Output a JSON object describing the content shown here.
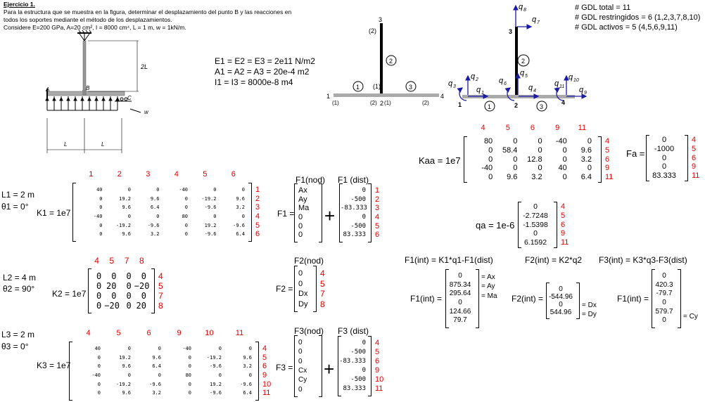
{
  "exercise": {
    "title": "Ejercicio 1.",
    "line1": "Para la estructura que se muestra en la figura, determinar el desplazamiento del punto B y las reacciones en",
    "line2": "todos los soportes mediante el método de los desplazamientos.",
    "line3": "Considere E=200 GPa, A=20 cm², I = 8000 cm⁴, L = 1 m, w = 1kN/m."
  },
  "figure": {
    "label_2L": "2L",
    "label_A": "A",
    "label_B": "B",
    "label_C": "C",
    "label_w": "w",
    "label_L1": "L",
    "label_L2": "L"
  },
  "props": {
    "e": "E1 = E2 = E3 = 2e11 N/m2",
    "a": "A1 = A2 = A3 = 20e-4 m2",
    "i": "I1 = I3 = 8000e-8 m4"
  },
  "gdl": {
    "total": "# GDL total = 11",
    "restr": "# GDL restringidos = 6 (1,2,3,7,8,10)",
    "act": "# GDL activos = 5 (4,5,6,9,11)"
  },
  "model1": {
    "node1": "1",
    "node2": "2",
    "node3": "3",
    "node4": "4",
    "e1": "1",
    "e2": "2",
    "e3": "3",
    "l_2top": "(2)",
    "l_1left": "(1)",
    "l_2mid": "(2)",
    "l_1right": "(1)",
    "l_1top": "(1)",
    "l_2right": "(2)"
  },
  "model2": {
    "q1": "q",
    "q1s": "1",
    "q2": "q",
    "q2s": "2",
    "q3": "q",
    "q3s": "3",
    "q4": "q",
    "q4s": "4",
    "q5": "q",
    "q5s": "5",
    "q6": "q",
    "q6s": "6",
    "q7": "q",
    "q7s": "7",
    "q8": "q",
    "q8s": "8",
    "q9": "q",
    "q9s": "9",
    "q10": "q",
    "q10s": "10",
    "q11": "q",
    "q11s": "11",
    "n1": "1",
    "n2": "2",
    "n3": "3",
    "n4": "4",
    "e1": "1",
    "e2": "2",
    "e3": "3"
  },
  "kaa": {
    "label": "Kaa = 1e7",
    "cols": [
      "4",
      "5",
      "6",
      "9",
      "11"
    ],
    "rows": [
      "4",
      "5",
      "6",
      "9",
      "11"
    ],
    "cells": [
      [
        "80",
        "0",
        "0",
        "-40",
        "0"
      ],
      [
        "0",
        "58.4",
        "0",
        "0",
        "9.6"
      ],
      [
        "0",
        "0",
        "12.8",
        "0",
        "3.2"
      ],
      [
        "-40",
        "0",
        "0",
        "40",
        "0"
      ],
      [
        "0",
        "9.6",
        "3.2",
        "0",
        "6.4"
      ]
    ]
  },
  "fa": {
    "label": "Fa =",
    "vals": [
      "0",
      "-1000",
      "0",
      "0",
      "83.333"
    ],
    "rows": [
      "4",
      "5",
      "6",
      "9",
      "11"
    ]
  },
  "qa": {
    "label": "qa = 1e-6",
    "vals": [
      "0",
      "-2.7248",
      "-1.5398",
      "0",
      "6.1592"
    ],
    "rows": [
      "4",
      "5",
      "6",
      "9",
      "11"
    ]
  },
  "el1": {
    "l": "L1 = 2 m",
    "th": "θ1 = 0°",
    "klabel": "K1 = 1e7",
    "cols": [
      "1",
      "2",
      "3",
      "4",
      "5",
      "6"
    ],
    "rows": [
      "1",
      "2",
      "3",
      "4",
      "5",
      "6"
    ],
    "cells": [
      [
        "40",
        "0",
        "0",
        "-40",
        "0",
        "0"
      ],
      [
        "0",
        "19.2",
        "9.6",
        "0",
        "-19.2",
        "9.6"
      ],
      [
        "0",
        "9.6",
        "6.4",
        "0",
        "-9.6",
        "3.2"
      ],
      [
        "-40",
        "0",
        "0",
        "80",
        "0",
        "0"
      ],
      [
        "0",
        "-19.2",
        "-9.6",
        "0",
        "19.2",
        "-9.6"
      ],
      [
        "0",
        "9.6",
        "3.2",
        "0",
        "-9.6",
        "6.4"
      ]
    ],
    "fnod_t": "F1(nod)",
    "fdist_t": "F1 (dist)",
    "flabel": "F1 =",
    "fnod": [
      "Ax",
      "Ay",
      "Ma",
      "0",
      "0",
      "0"
    ],
    "fdist": [
      "0",
      "-500",
      "-83.333",
      "0",
      "-500",
      "83.333"
    ]
  },
  "el2": {
    "l": "L2 = 4 m",
    "th": "θ2 = 90°",
    "klabel": "K2 = 1e7",
    "cols": [
      "4",
      "5",
      "7",
      "8"
    ],
    "rows": [
      "4",
      "5",
      "7",
      "8"
    ],
    "cells": [
      [
        "0",
        "0",
        "0",
        "0"
      ],
      [
        "0",
        "20",
        "0",
        "−20"
      ],
      [
        "0",
        "0",
        "0",
        "0"
      ],
      [
        "0",
        "−20",
        "0",
        "20"
      ]
    ],
    "fnod_t": "F2(nod)",
    "flabel": "F2 =",
    "fnod": [
      "0",
      "0",
      "Dx",
      "Dy"
    ],
    "frows": [
      "4",
      "5",
      "7",
      "8"
    ]
  },
  "el3": {
    "l": "L3 = 2 m",
    "th": "θ3 = 0°",
    "klabel": "K3 = 1e7",
    "cols": [
      "4",
      "5",
      "6",
      "9",
      "10",
      "11"
    ],
    "rows": [
      "4",
      "5",
      "6",
      "9",
      "10",
      "11"
    ],
    "cells": [
      [
        "40",
        "0",
        "0",
        "-40",
        "0",
        "0"
      ],
      [
        "0",
        "19.2",
        "9.6",
        "0",
        "-19.2",
        "9.6"
      ],
      [
        "0",
        "9.6",
        "6.4",
        "0",
        "-9.6",
        "3.2"
      ],
      [
        "-40",
        "0",
        "0",
        "80",
        "0",
        "0"
      ],
      [
        "0",
        "-19.2",
        "-9.6",
        "0",
        "19.2",
        "-9.6"
      ],
      [
        "0",
        "9.6",
        "3.2",
        "0",
        "-9.6",
        "6.4"
      ]
    ],
    "fnod_t": "F3(nod)",
    "fdist_t": "F3 (dist)",
    "flabel": "F3 =",
    "fnod": [
      "0",
      "0",
      "0",
      "Cx",
      "Cy",
      "0"
    ],
    "fdist": [
      "0",
      "-500",
      "-83.333",
      "0",
      "-500",
      "83.333"
    ]
  },
  "int1": {
    "title": "F1(int) = K1*q1-F1(dist)",
    "label": "F1(int) =",
    "vals": [
      "0",
      "875.34",
      "295.64",
      "0",
      "124.66",
      "79.7"
    ],
    "notes": [
      "= Ax",
      "= Ay",
      "= Ma"
    ]
  },
  "int2": {
    "title": "F2(int) = K2*q2",
    "label": "F2(int) =",
    "vals": [
      "0",
      "-544.96",
      "0",
      "544.96"
    ],
    "notes": [
      "= Dx",
      "= Dy"
    ]
  },
  "int3": {
    "title": "F3(int) = K3*q3-F3(dist)",
    "label": "F1(int) =",
    "vals": [
      "0",
      "420.3",
      "-79.7",
      "0",
      "579.7",
      "0"
    ],
    "note": "= Cy"
  }
}
